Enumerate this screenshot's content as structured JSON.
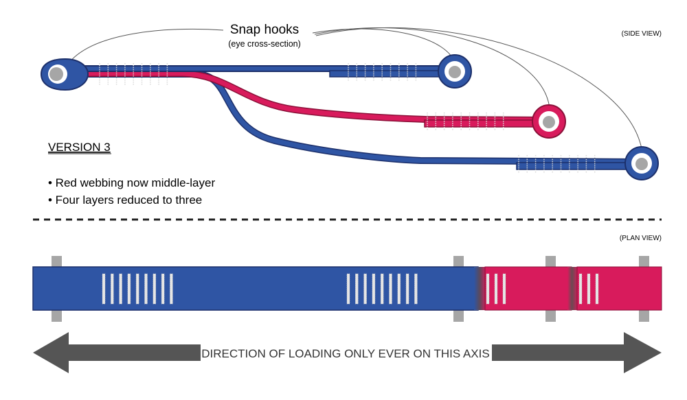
{
  "callout": {
    "title": "Snap hooks",
    "subtitle": "(eye cross-section)"
  },
  "views": {
    "side": "(SIDE VIEW)",
    "plan": "(PLAN VIEW)"
  },
  "notes": {
    "version": "VERSION 3",
    "bullets": [
      "• Red webbing now middle-layer",
      "• Four layers reduced to three"
    ]
  },
  "arrow": {
    "label": "DIRECTION OF LOADING ONLY EVER ON THIS AXIS"
  },
  "colors": {
    "blue_webbing": "#2f55a4",
    "blue_outline": "#1c2f6a",
    "red_webbing": "#d81b5c",
    "red_outline": "#8a1038",
    "hook_grey": "#a6a6a6",
    "arrow_grey": "#555555",
    "divider": "#222222"
  }
}
